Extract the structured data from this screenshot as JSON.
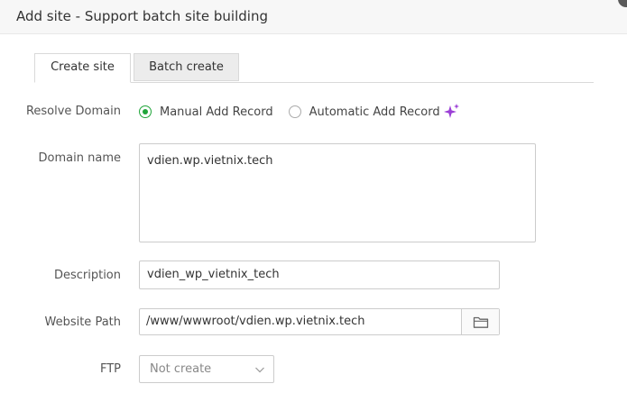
{
  "dialog": {
    "title": "Add site - Support batch site building"
  },
  "tabs": [
    {
      "label": "Create site",
      "active": true
    },
    {
      "label": "Batch create",
      "active": false
    }
  ],
  "form": {
    "resolve_domain": {
      "label": "Resolve Domain",
      "options": [
        {
          "label": "Manual Add Record",
          "checked": true
        },
        {
          "label": "Automatic Add Record",
          "checked": false
        }
      ],
      "sparkle_icon": "sparkle-icon"
    },
    "domain_name": {
      "label": "Domain name",
      "value": "vdien.wp.vietnix.tech"
    },
    "description": {
      "label": "Description",
      "value": "vdien_wp_vietnix_tech"
    },
    "website_path": {
      "label": "Website Path",
      "value": "/www/wwwroot/vdien.wp.vietnix.tech",
      "button_icon": "folder-icon"
    },
    "ftp": {
      "label": "FTP",
      "selected": "Not create"
    }
  },
  "colors": {
    "accent": "#20a53a",
    "sparkle": "#9b3fd6",
    "header_bg": "#f7f7f7"
  }
}
